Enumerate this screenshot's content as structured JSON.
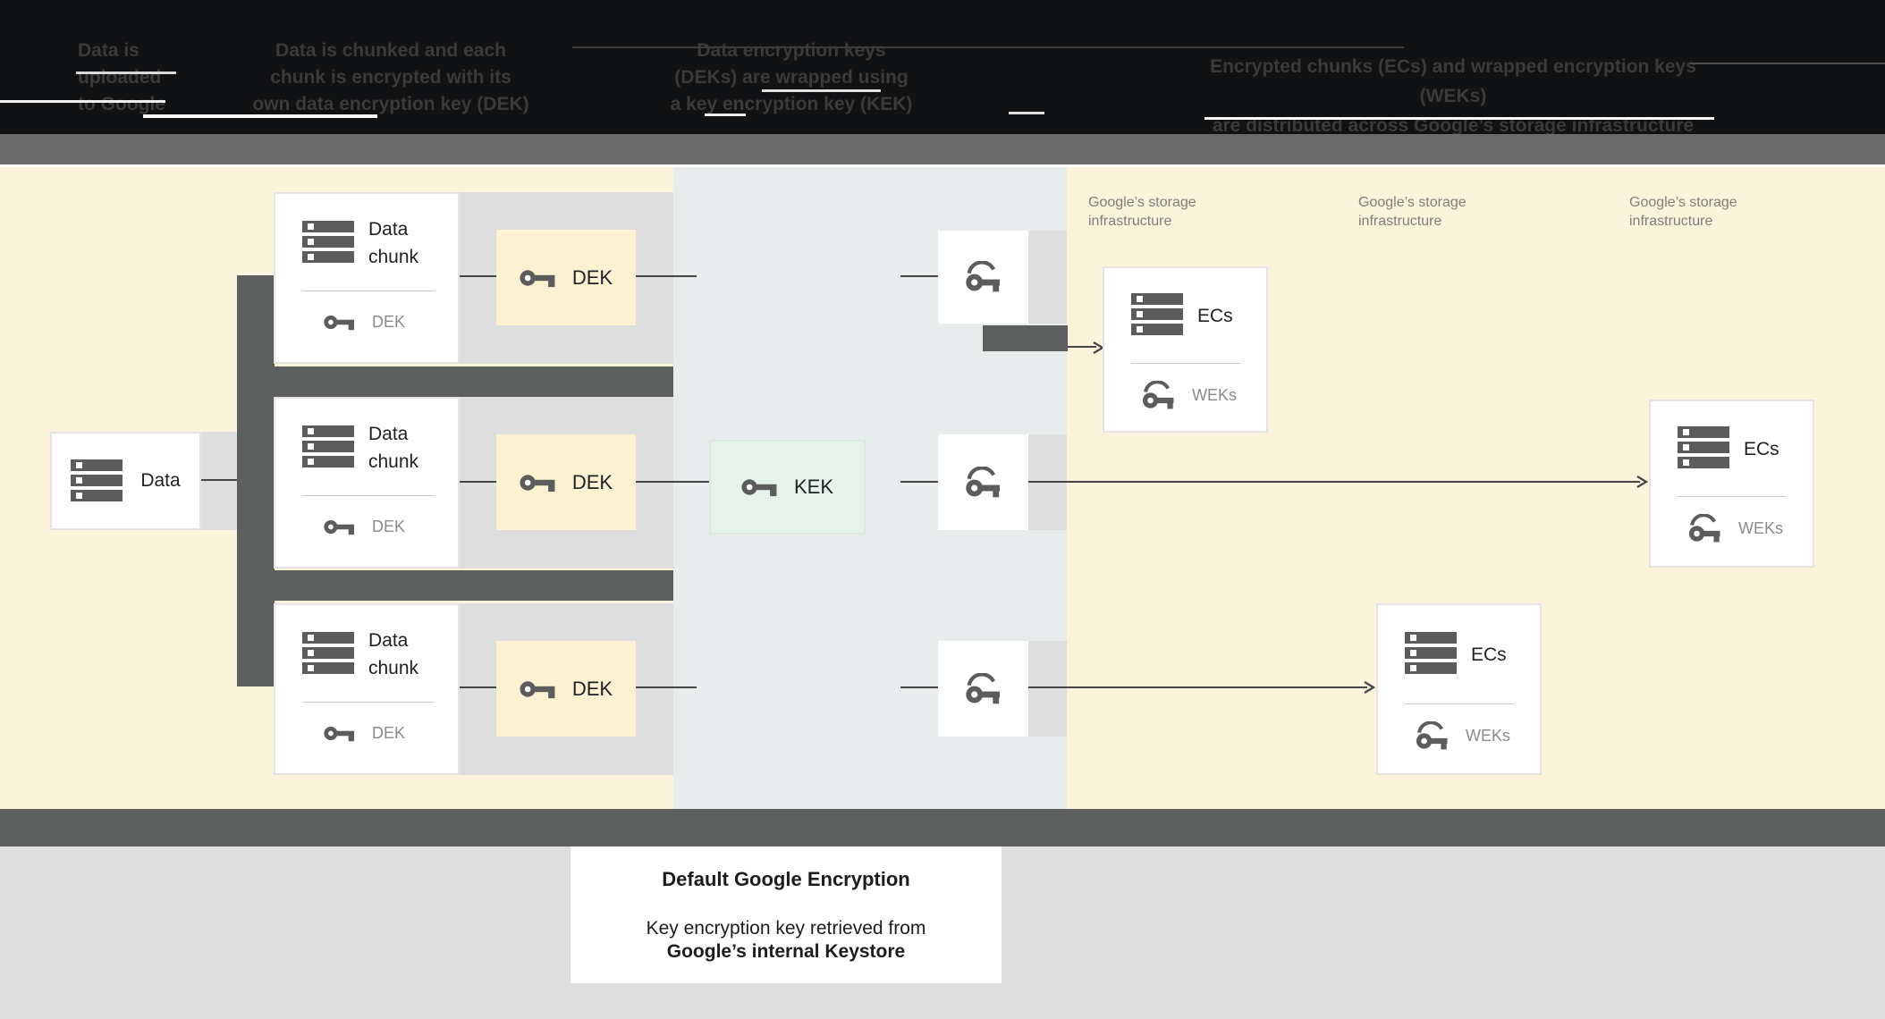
{
  "banner": {
    "steps": [
      {
        "lines": [
          "Data is",
          "uploaded",
          "to Google"
        ]
      },
      {
        "lines": [
          "Data is chunked and each",
          "chunk is encrypted with its",
          "own data encryption key (DEK)"
        ]
      },
      {
        "lines": [
          "Data encryption keys",
          "(DEKs) are wrapped using",
          "a key encryption key (KEK)"
        ]
      },
      {
        "lines": [
          "Encrypted chunks (ECs) and wrapped encryption keys (WEKs)",
          "are distributed across Google’s storage infrastructure"
        ]
      }
    ]
  },
  "diagram": {
    "data_box": {
      "label": "Data"
    },
    "chunk_rows": [
      {
        "line1": "Data",
        "line2": "chunk",
        "key_label": "DEK",
        "dek_label": "DEK"
      },
      {
        "line1": "Data",
        "line2": "chunk",
        "key_label": "DEK",
        "dek_label": "DEK"
      },
      {
        "line1": "Data",
        "line2": "chunk",
        "key_label": "DEK",
        "dek_label": "DEK"
      }
    ],
    "kek_box": {
      "label": "KEK"
    },
    "ec_boxes": [
      {
        "title": "ECs",
        "key_label": "WEKs"
      },
      {
        "title": "ECs",
        "key_label": "WEKs"
      },
      {
        "title": "ECs",
        "key_label": "WEKs"
      }
    ],
    "storage_columns": [
      {
        "line1": "Google’s storage",
        "line2": "infrastructure"
      },
      {
        "line1": "Google’s storage",
        "line2": "infrastructure"
      },
      {
        "line1": "Google’s storage",
        "line2": "infrastructure"
      }
    ]
  },
  "legend": {
    "title": "Default Google Encryption",
    "line1": "Key encryption key retrieved from",
    "line2": "Google’s internal Keystore"
  },
  "colors": {
    "cream_background": "#fbf3dc",
    "kek_zone_background": "#e8eced",
    "band_gray": "#dedede",
    "dark_gray": "#5d5e5e",
    "kek_green": "#e6f3eb",
    "dek_yellow": "#fcf2d2",
    "muted_text": "#8a8a8a",
    "ink_text": "#202124"
  }
}
